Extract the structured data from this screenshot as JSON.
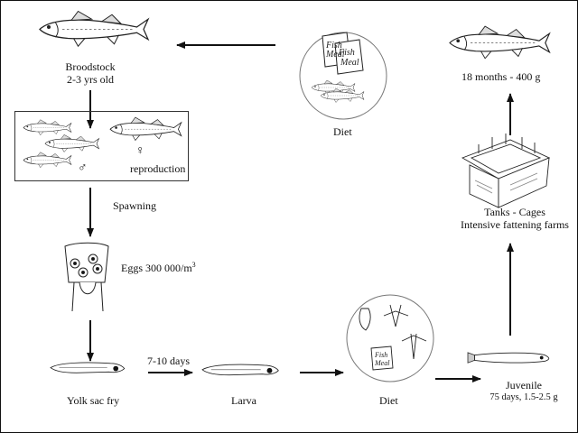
{
  "diagram": {
    "title": "Sea bass aquaculture production cycle",
    "stages": {
      "broodstock": {
        "name": "Broodstock",
        "detail": "2-3 yrs old"
      },
      "reproduction": {
        "label": "reproduction",
        "male_symbol": "♂",
        "female_symbol": "♀"
      },
      "spawning": {
        "label": "Spawning"
      },
      "eggs": {
        "label": "Eggs 300 000/m",
        "superscript": "3"
      },
      "yolk_sac_fry": {
        "label": "Yolk sac fry"
      },
      "larva_transition": {
        "label": "7-10 days"
      },
      "larva": {
        "label": "Larva"
      },
      "larval_diet": {
        "label": "Diet",
        "bag_text_line1": "Fish",
        "bag_text_line2": "Meal"
      },
      "juvenile": {
        "name": "Juvenile",
        "detail": "75 days, 1.5-2.5 g"
      },
      "fattening": {
        "line1": "Tanks - Cages",
        "line2": "Intensive fattening farms"
      },
      "market": {
        "label": "18 months - 400 g"
      },
      "adult_diet": {
        "label": "Diet",
        "bag1_line1": "Fish",
        "bag1_line2": "Meal",
        "bag2_line1": "Fish",
        "bag2_line2": "Meal"
      }
    }
  }
}
